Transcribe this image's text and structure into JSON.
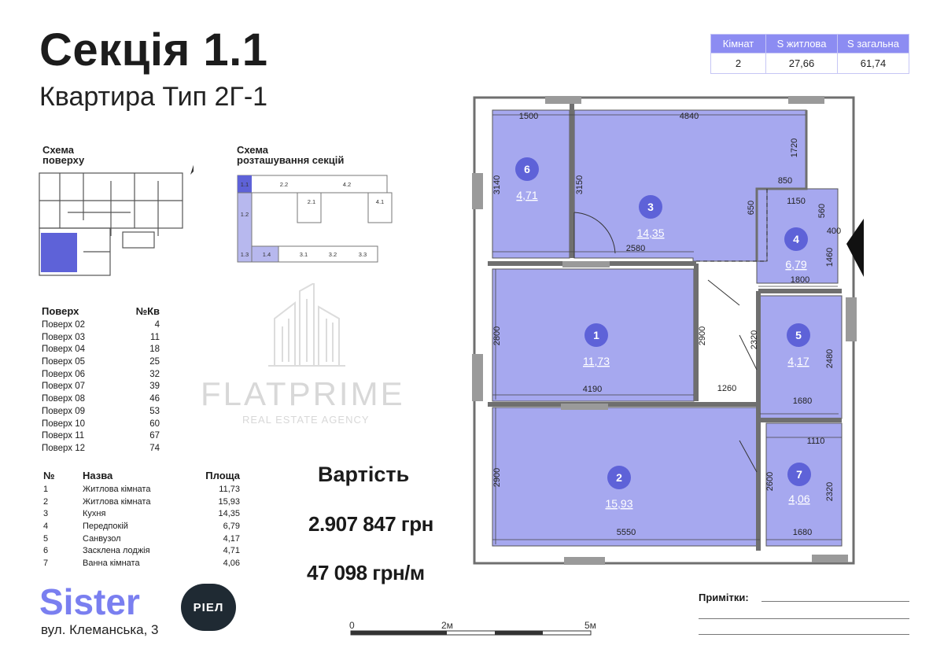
{
  "header": {
    "section_title": "Секція 1.1",
    "apartment_type": "Квартира Тип 2Г-1"
  },
  "summary_table": {
    "headers": [
      "Кімнат",
      "S житлова",
      "S загальна"
    ],
    "values": [
      "2",
      "27,66",
      "61,74"
    ]
  },
  "schemes": {
    "floor_scheme_line1": "Схема",
    "floor_scheme_line2": "поверху",
    "north_label": "N",
    "section_scheme_line1": "Схема",
    "section_scheme_line2": "розташування секцій",
    "section_labels": [
      "1.1",
      "2.2",
      "4.2",
      "2.1",
      "4.1",
      "1.2",
      "1.3",
      "1.4",
      "3.1",
      "3.2",
      "3.3"
    ]
  },
  "floors": {
    "header_floor": "Поверх",
    "header_apt": "№Кв",
    "rows": [
      {
        "floor": "Поверх 02",
        "apt": "4"
      },
      {
        "floor": "Поверх 03",
        "apt": "11"
      },
      {
        "floor": "Поверх 04",
        "apt": "18"
      },
      {
        "floor": "Поверх 05",
        "apt": "25"
      },
      {
        "floor": "Поверх 06",
        "apt": "32"
      },
      {
        "floor": "Поверх 07",
        "apt": "39"
      },
      {
        "floor": "Поверх 08",
        "apt": "46"
      },
      {
        "floor": "Поверх 09",
        "apt": "53"
      },
      {
        "floor": "Поверх 10",
        "apt": "60"
      },
      {
        "floor": "Поверх 11",
        "apt": "67"
      },
      {
        "floor": "Поверх 12",
        "apt": "74"
      }
    ]
  },
  "rooms": {
    "header_no": "№",
    "header_name": "Назва",
    "header_area": "Площа",
    "rows": [
      {
        "no": "1",
        "name": "Житлова кімната",
        "area": "11,73"
      },
      {
        "no": "2",
        "name": "Житлова кімната",
        "area": "15,93"
      },
      {
        "no": "3",
        "name": "Кухня",
        "area": "14,35"
      },
      {
        "no": "4",
        "name": "Передпокій",
        "area": "6,79"
      },
      {
        "no": "5",
        "name": "Санвузол",
        "area": "4,17"
      },
      {
        "no": "6",
        "name": "Засклена лоджія",
        "area": "4,71"
      },
      {
        "no": "7",
        "name": "Ванна кімната",
        "area": "4,06"
      }
    ]
  },
  "price": {
    "label": "Вартість",
    "total": "2.907 847 грн",
    "per_m": "47 098 грн/м"
  },
  "watermark": {
    "name": "FLATPRIME",
    "subtitle": "REAL ESTATE AGENCY"
  },
  "brand": {
    "name": "Sister",
    "badge": "РІЕЛ",
    "address": "вул. Клеманська, 3"
  },
  "notes": {
    "label": "Примітки:"
  },
  "scale": {
    "labels": [
      "0",
      "2м",
      "5м"
    ]
  },
  "plan": {
    "rooms": [
      {
        "no": "6",
        "area": "4,71"
      },
      {
        "no": "3",
        "area": "14,35"
      },
      {
        "no": "4",
        "area": "6,79"
      },
      {
        "no": "1",
        "area": "11,73"
      },
      {
        "no": "5",
        "area": "4,17"
      },
      {
        "no": "2",
        "area": "15,93"
      },
      {
        "no": "7",
        "area": "4,06"
      }
    ],
    "dimensions": {
      "d1500": "1500",
      "d4840": "4840",
      "d3140": "3140",
      "d3150": "3150",
      "d1720": "1720",
      "d850": "850",
      "d650": "650",
      "d1150": "1150",
      "d560": "560",
      "d400": "400",
      "d1460": "1460",
      "d2580": "2580",
      "d1800": "1800",
      "d2800": "2800",
      "d2900a": "2900",
      "d2320a": "2320",
      "d2480": "2480",
      "d4190": "4190",
      "d1260": "1260",
      "d1680a": "1680",
      "d1110": "1110",
      "d2900b": "2900",
      "d2600": "2600",
      "d2320b": "2320",
      "d5550": "5550",
      "d1680b": "1680"
    }
  },
  "colors": {
    "room_fill": "#a6a8ef",
    "badge_fill": "#5e62d8",
    "wall": "#6f6f6f",
    "accent": "#8c8cf2"
  }
}
